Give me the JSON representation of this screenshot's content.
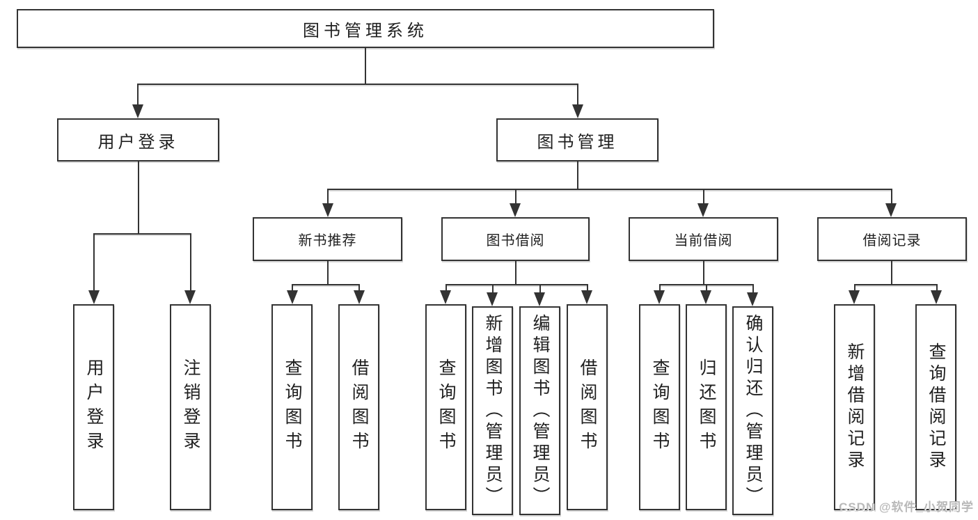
{
  "tree": {
    "label": "图书管理系统",
    "children": [
      {
        "label": "用户登录",
        "children": [
          {
            "label": "用户登录"
          },
          {
            "label": "注销登录"
          }
        ]
      },
      {
        "label": "图书管理",
        "children": [
          {
            "label": "新书推荐",
            "children": [
              {
                "label": "查询图书"
              },
              {
                "label": "借阅图书"
              }
            ]
          },
          {
            "label": "图书借阅",
            "children": [
              {
                "label": "查询图书"
              },
              {
                "label": "新增图书（管理员）"
              },
              {
                "label": "编辑图书（管理员）"
              },
              {
                "label": "借阅图书"
              }
            ]
          },
          {
            "label": "当前借阅",
            "children": [
              {
                "label": "查询图书"
              },
              {
                "label": "归还图书"
              },
              {
                "label": "确认归还（管理员）"
              }
            ]
          },
          {
            "label": "借阅记录",
            "children": [
              {
                "label": "新增借阅记录"
              },
              {
                "label": "查询借阅记录"
              }
            ]
          }
        ]
      }
    ]
  },
  "watermark": {
    "text": "CSDN @软件_小贺同学"
  },
  "colors": {
    "line": "#333333",
    "box_border": "#333333",
    "text": "#1f1f1f",
    "watermark": "#b9b9b9",
    "background": "#ffffff"
  }
}
